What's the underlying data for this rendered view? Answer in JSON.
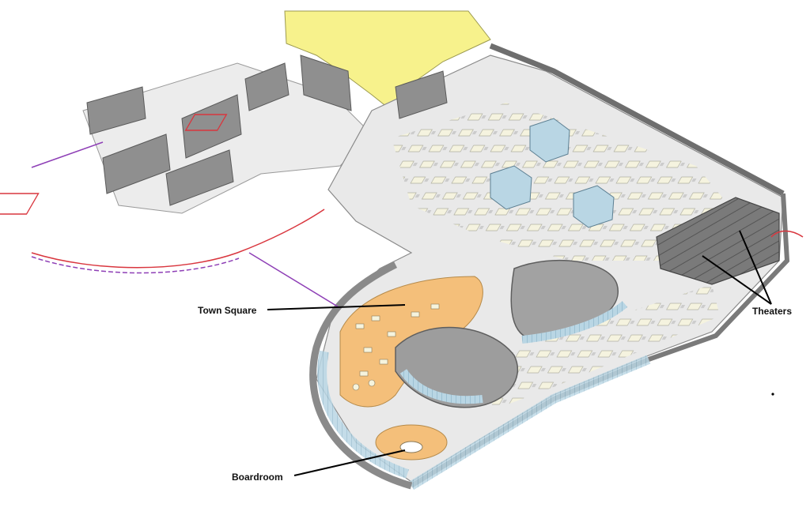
{
  "callouts": {
    "town_square": "Town Square",
    "theaters": "Theaters",
    "boardroom": "Boardroom"
  },
  "colors": {
    "wall": "#8f8f8f",
    "wall_dark": "#6e6e6e",
    "floor": "#e9e9e9",
    "atrium": "#f4bf7a",
    "courtyard": "#f7f28c",
    "glass": "#b9d6e4",
    "desk": "#f6f4de",
    "accent_red": "#d9363e",
    "accent_purple": "#8e3fb6",
    "leader": "#000000"
  }
}
